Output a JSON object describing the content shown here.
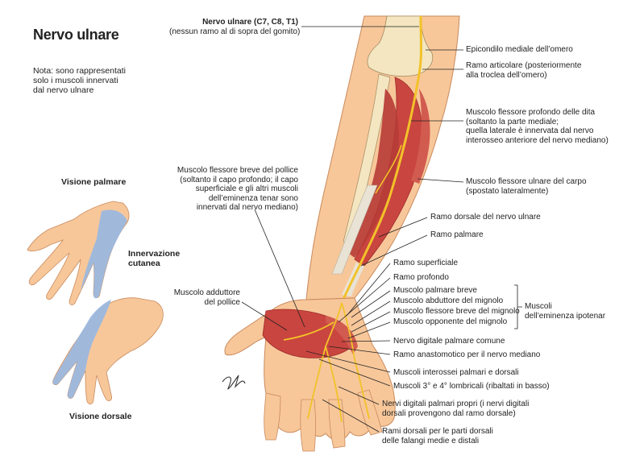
{
  "title": "Nervo ulnare",
  "note": [
    "Nota: sono rappresentati",
    "solo i muscoli innervati",
    "dal nervo ulnare"
  ],
  "hands": {
    "palmar": "Visione palmare",
    "dorsal": "Visione dorsale",
    "innervation": [
      "Innervazione",
      "cutanea"
    ]
  },
  "labels": {
    "nerve": [
      "Nervo ulnare (C7, C8, T1)",
      "(nessun ramo al di sopra del gomito)"
    ],
    "epicondyle": [
      "Epicondilo mediale dell’omero"
    ],
    "articular": [
      "Ramo articolare (posteriormente",
      "alla troclea dell’omero)"
    ],
    "fdp": [
      "Muscolo flessore profondo delle dita",
      "(soltanto la parte mediale;",
      "quella laterale è innervata dal nervo",
      "interosseo anteriore del nervo mediano)"
    ],
    "fcu": [
      "Muscolo flessore ulnare del carpo",
      "(spostato lateralmente)"
    ],
    "dorsal_branch": [
      "Ramo dorsale del nervo ulnare"
    ],
    "palmar_branch": [
      "Ramo palmare"
    ],
    "superficial": [
      "Ramo superficiale"
    ],
    "deep": [
      "Ramo profondo"
    ],
    "palmaris_brevis": [
      "Muscolo palmare breve"
    ],
    "abductor_dm": [
      "Muscolo abduttore del mignolo"
    ],
    "flexor_dm": [
      "Muscolo flessore breve del mignolo"
    ],
    "opponens_dm": [
      "Muscolo opponente del mignolo"
    ],
    "hypothenar": [
      "Muscoli",
      "dell’eminenza ipotenar"
    ],
    "common_digital": [
      "Nervo digitale palmare comune"
    ],
    "anastomotic": [
      "Ramo anastomotico per il nervo mediano"
    ],
    "interossei": [
      "Muscoli interossei palmari e dorsali"
    ],
    "lumbricals": [
      "Muscoli 3° e 4° lombricali (ribaltati in basso)"
    ],
    "proper_digital": [
      "Nervi digitali palmari propri (i nervi digitali",
      "dorsali provengono dal ramo dorsale)"
    ],
    "dorsal_rami": [
      "Rami dorsali per le parti dorsali",
      "delle falangi medie e distali"
    ],
    "fpb": [
      "Muscolo flessore breve del pollice",
      "(soltanto il capo profondo; il capo",
      "superficiale e gli altri muscoli",
      "dell’eminenza tenar sono",
      "innervati dal nervo mediano)"
    ],
    "adductor": [
      "Muscolo adduttore",
      "del pollice"
    ]
  },
  "colors": {
    "skin": "#f7c79a",
    "skin_shadow": "#e4a576",
    "muscle": "#c9453f",
    "muscle_dark": "#9e2c2a",
    "tendon": "#e9e3d6",
    "bone": "#f3e6c0",
    "nerve": "#f2c22a",
    "cutaneous": "#9bb8de",
    "leader": "#222222"
  },
  "icons": [
    "signature-icon"
  ]
}
